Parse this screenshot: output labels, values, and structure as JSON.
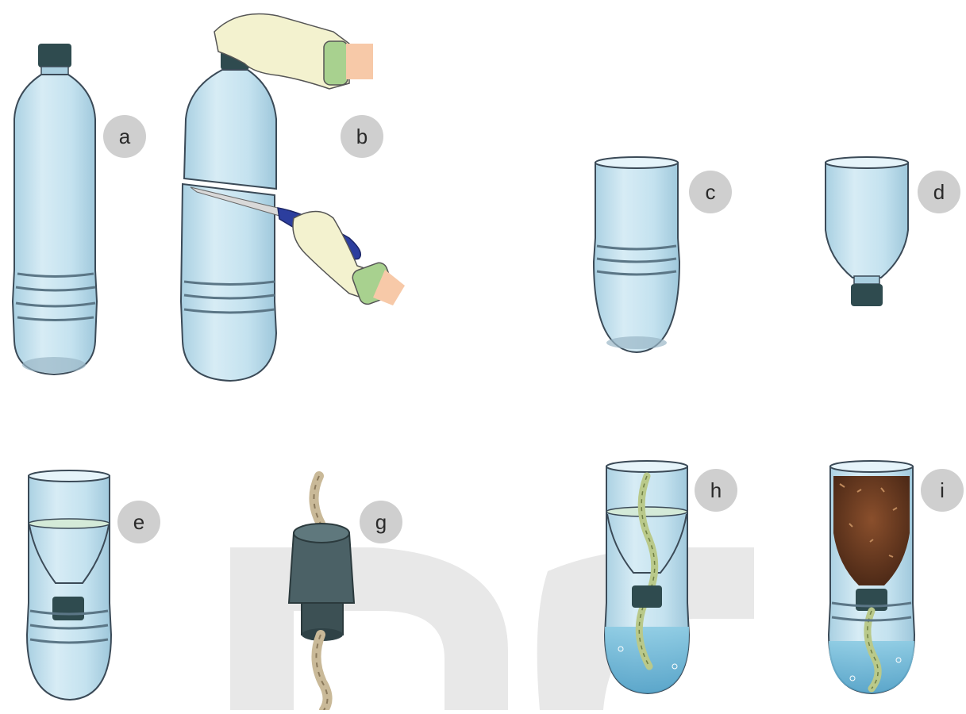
{
  "steps": [
    {
      "id": "a",
      "label": "a"
    },
    {
      "id": "b",
      "label": "b"
    },
    {
      "id": "c",
      "label": "c"
    },
    {
      "id": "d",
      "label": "d"
    },
    {
      "id": "e",
      "label": "e"
    },
    {
      "id": "g",
      "label": "g"
    },
    {
      "id": "h",
      "label": "h"
    },
    {
      "id": "i",
      "label": "i"
    }
  ],
  "colors": {
    "bottle": "#c6e3ef",
    "bottle_edge": "#3b4a57",
    "cap": "#2f4b4f",
    "badge": "#cfcfcf",
    "water": "#6fb4d3",
    "glove": "#f3f2cf",
    "cuff": "#a8d18f",
    "rope": "#b9c98a",
    "soil": "#6b3a22",
    "watermark": "#e6e6e6"
  }
}
